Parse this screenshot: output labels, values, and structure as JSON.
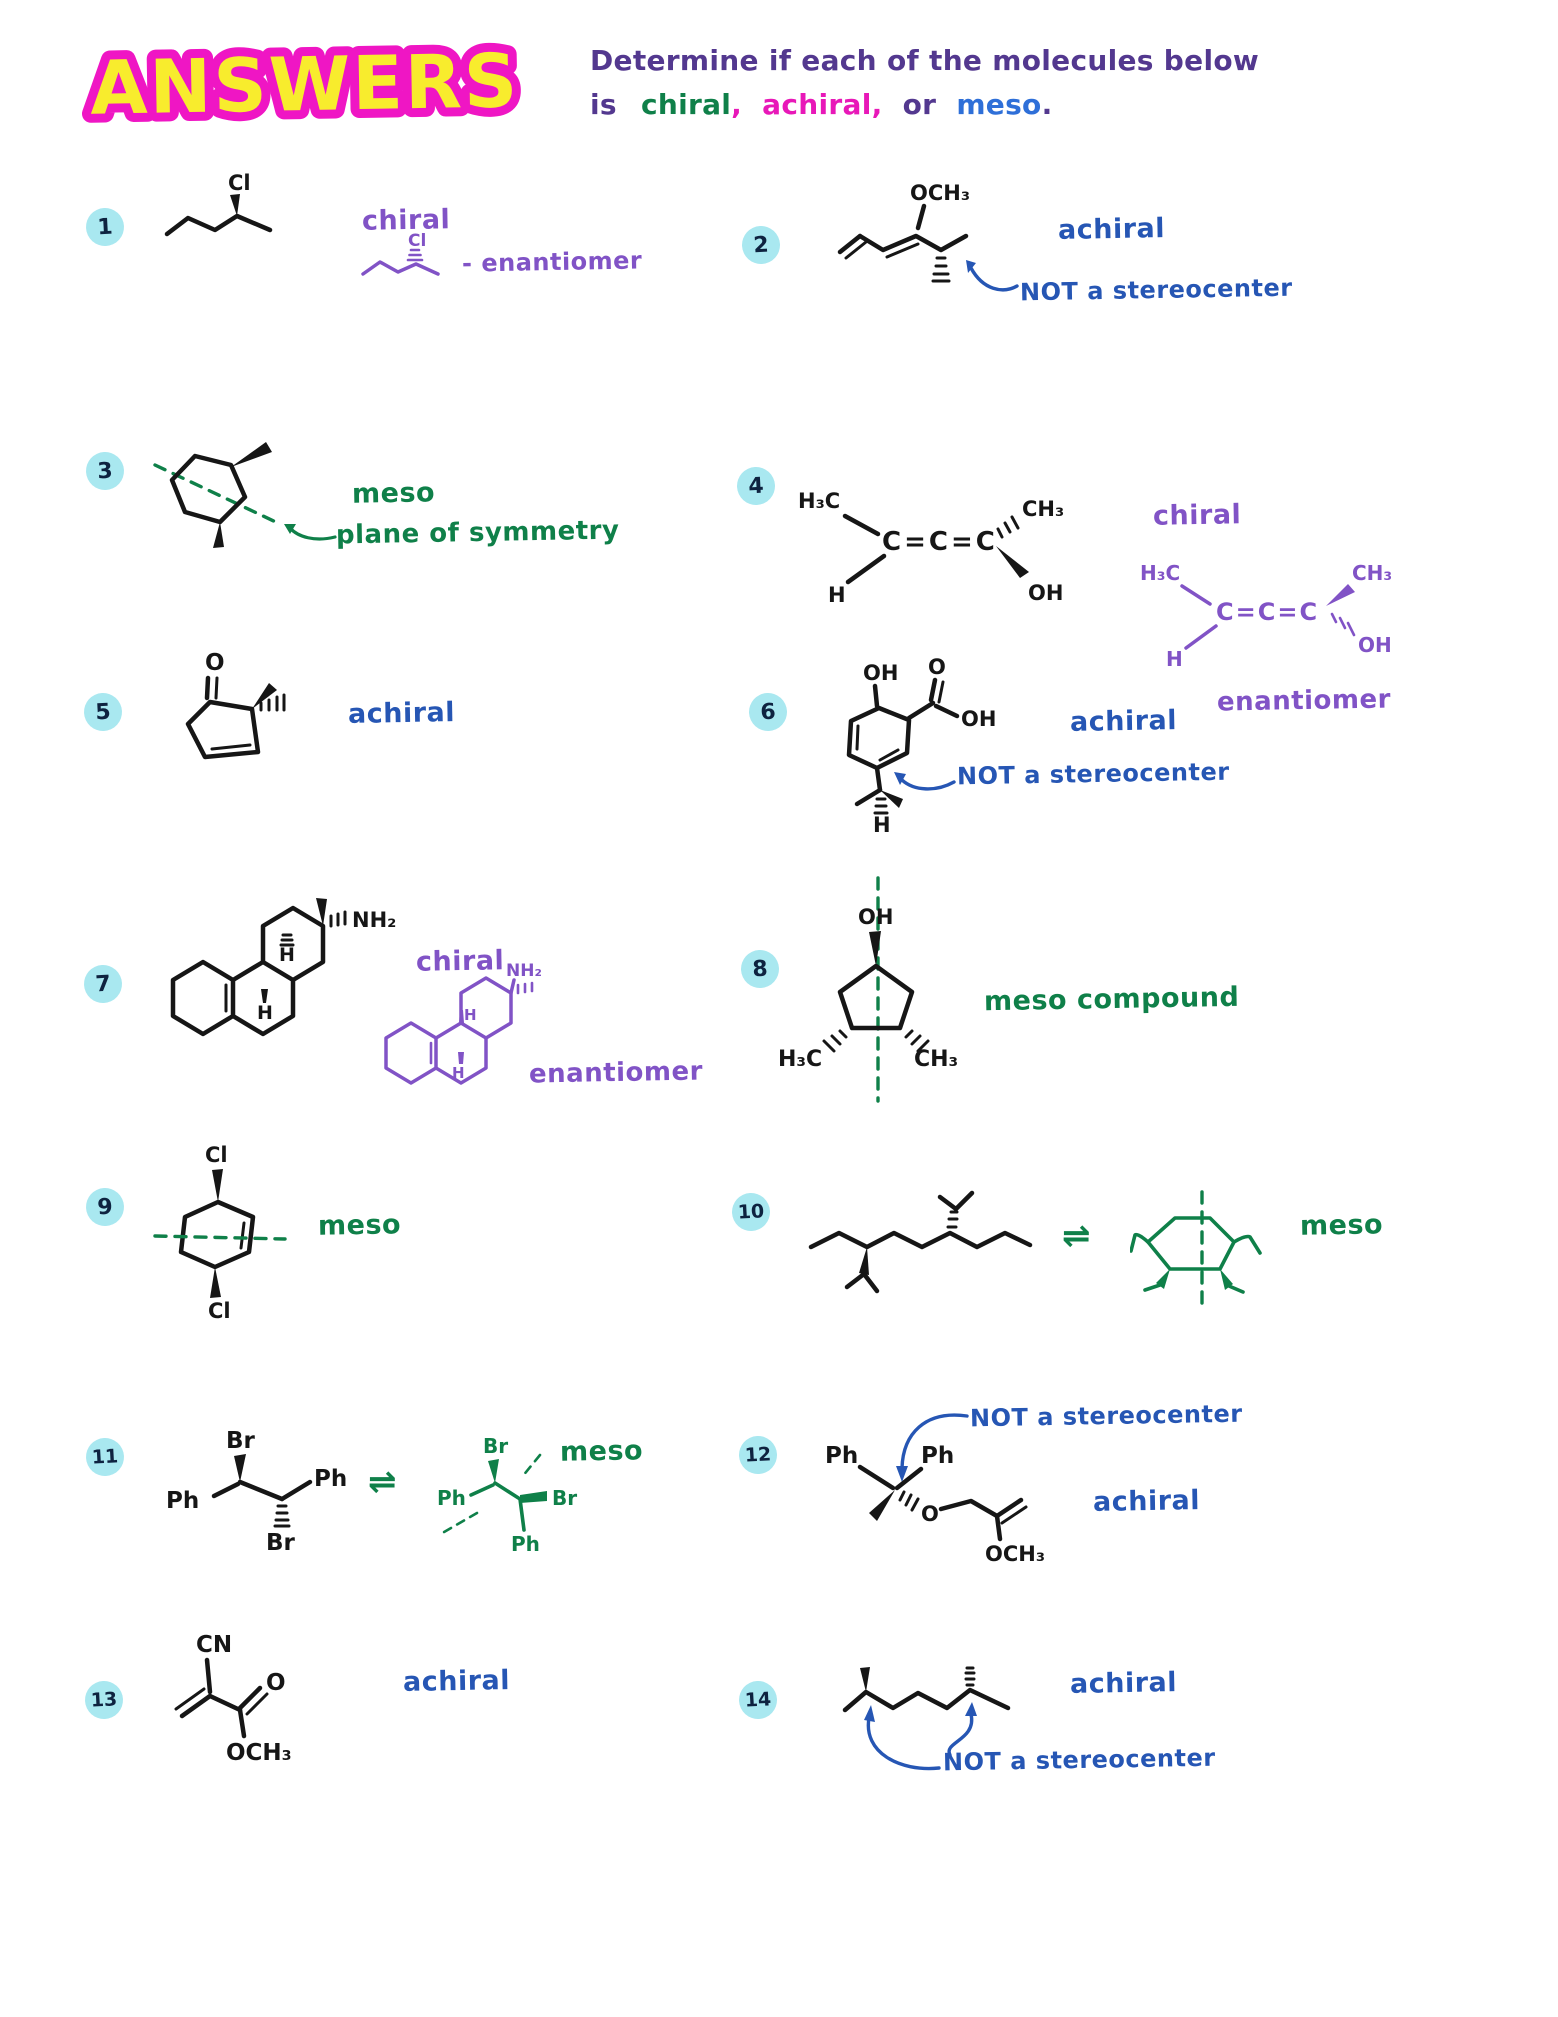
{
  "colors": {
    "chiral_purple": "#8153c6",
    "achiral_blue": "#2656b4",
    "meso_green": "#0f8049",
    "instruction_purple": "#53388f",
    "header_magenta": "#e818b8",
    "header_meso_blue": "#2e6fd8",
    "logo_outline_magenta": "#ef16c4",
    "logo_fill_yellow": "#f8ec2d",
    "badge_cyan": "#a9e8f0",
    "structure_black": "#161616"
  },
  "header": {
    "logo": "ANSWERS",
    "line1": "Determine if each of the molecules below",
    "is_word": "is",
    "chiral_word": "chiral",
    "comma1": ",",
    "achiral_word": "achiral",
    "comma2": ",",
    "or_word": "or",
    "meso_word": "meso",
    "period": "."
  },
  "problems": {
    "p1": {
      "num": "1",
      "answer": "chiral",
      "note": "- enantiomer",
      "atom_cl": "Cl",
      "e_atom_cl": "Cl"
    },
    "p2": {
      "num": "2",
      "answer": "achiral",
      "note": "NOT a stereocenter",
      "atom_och3": "OCH3"
    },
    "p3": {
      "num": "3",
      "answer": "meso",
      "note": "plane of symmetry"
    },
    "p4": {
      "num": "4",
      "answer": "chiral",
      "note": "enantiomer",
      "atom_h3c": "H3C",
      "atom_ccc": "C=C=C",
      "atom_ch3": "CH3",
      "atom_oh": "OH",
      "atom_h": "H",
      "e_atom_h3c": "H3C",
      "e_atom_ccc": "C=C=C",
      "e_atom_ch3": "CH3",
      "e_atom_oh": "OH",
      "e_atom_h": "H"
    },
    "p5": {
      "num": "5",
      "answer": "achiral",
      "atom_o": "O"
    },
    "p6": {
      "num": "6",
      "answer": "achiral",
      "note": "NOT a stereocenter",
      "atom_oh_phenol": "OH",
      "atom_o_carbonyl": "O",
      "atom_oh_acid": "OH",
      "atom_h": "H"
    },
    "p7": {
      "num": "7",
      "answer": "chiral",
      "note": "enantiomer",
      "atom_nh2": "NH2",
      "atom_h_upper": "H",
      "atom_h_lower": "H",
      "e_atom_nh2": "NH2",
      "e_atom_h_upper": "H",
      "e_atom_h_lower": "H"
    },
    "p8": {
      "num": "8",
      "answer": "meso compound",
      "atom_oh": "OH",
      "atom_h3c": "H3C",
      "atom_ch3": "CH3"
    },
    "p9": {
      "num": "9",
      "answer": "meso",
      "atom_cl_top": "Cl",
      "atom_cl_bottom": "Cl"
    },
    "p10": {
      "num": "10",
      "answer": "meso",
      "equilibrium": "⇌"
    },
    "p11": {
      "num": "11",
      "answer": "meso",
      "equilibrium": "⇌",
      "atom_br_top": "Br",
      "atom_ph_left": "Ph",
      "atom_ph_right": "Ph",
      "atom_br_bottom": "Br",
      "g_br_top": "Br",
      "g_ph_left": "Ph",
      "g_br_right": "Br",
      "g_ph_bottom": "Ph"
    },
    "p12": {
      "num": "12",
      "answer": "achiral",
      "note": "NOT a stereocenter",
      "atom_ph_left": "Ph",
      "atom_ph_right": "Ph",
      "atom_o": "O",
      "atom_och3": "OCH3"
    },
    "p13": {
      "num": "13",
      "answer": "achiral",
      "atom_cn": "CN",
      "atom_o": "O",
      "atom_och3": "OCH3"
    },
    "p14": {
      "num": "14",
      "answer": "achiral",
      "note": "NOT a stereocenter"
    }
  }
}
